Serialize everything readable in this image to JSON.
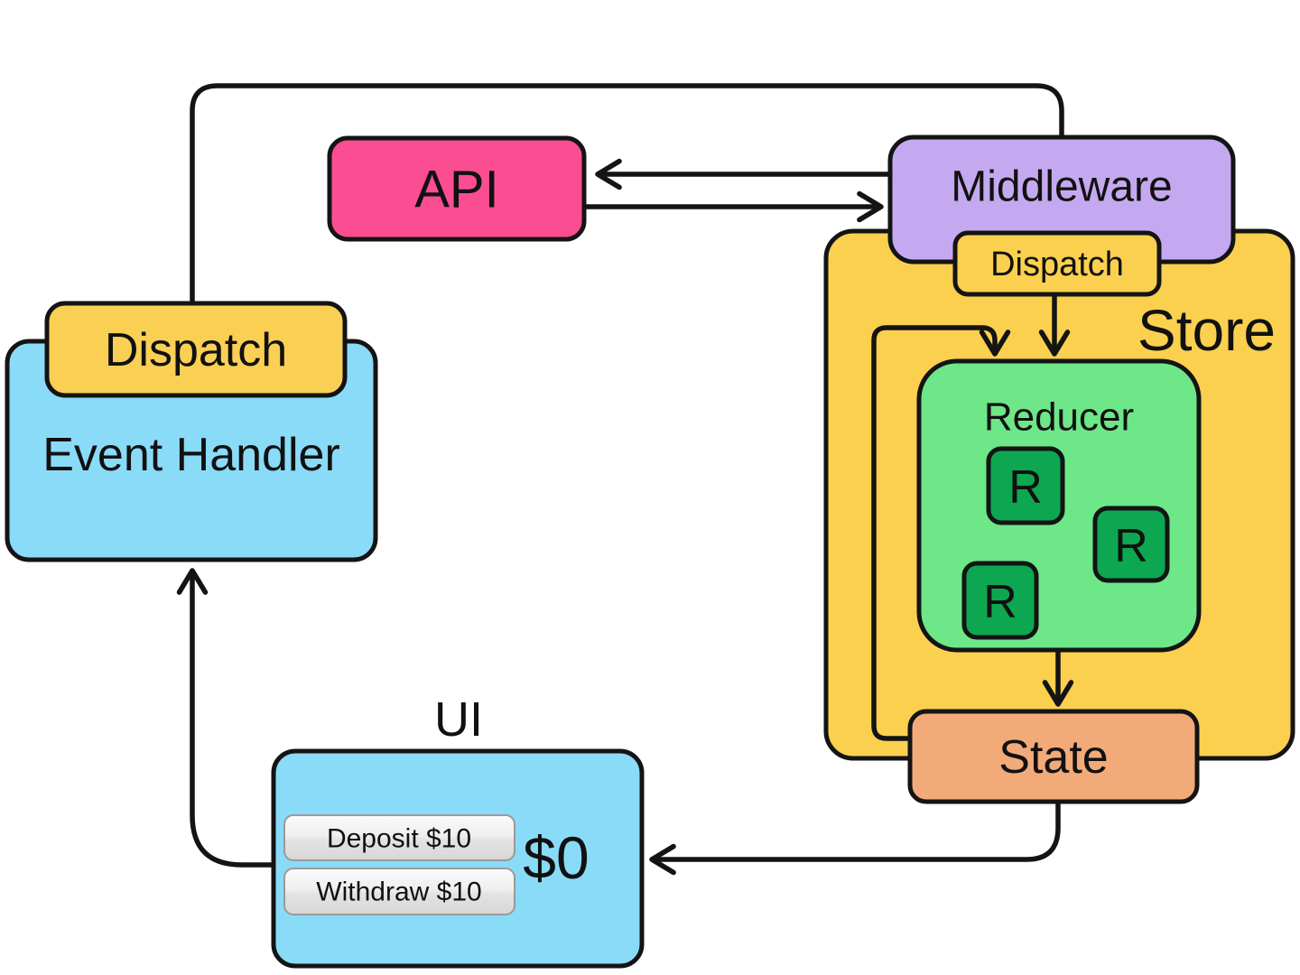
{
  "diagram": {
    "nodes": {
      "api": {
        "label": "API",
        "color": "#FB4D92"
      },
      "middleware": {
        "label": "Middleware",
        "color": "#C5A9F0"
      },
      "store": {
        "label": "Store",
        "color": "#FBD04F"
      },
      "store_dispatch": {
        "label": "Dispatch",
        "color": "#FBD04F"
      },
      "reducer": {
        "label": "Reducer",
        "color": "#6DE787"
      },
      "reducer_r1": {
        "label": "R",
        "color": "#0CA750"
      },
      "reducer_r2": {
        "label": "R",
        "color": "#0CA750"
      },
      "reducer_r3": {
        "label": "R",
        "color": "#0CA750"
      },
      "state": {
        "label": "State",
        "color": "#F3AA79"
      },
      "event_handler": {
        "label": "Event Handler",
        "color": "#8ADBF7"
      },
      "event_dispatch": {
        "label": "Dispatch",
        "color": "#FAD054"
      },
      "ui": {
        "label": "UI",
        "color": "#8ADBF7",
        "balance": "$0",
        "buttons": [
          {
            "label": "Deposit $10"
          },
          {
            "label": "Withdraw $10"
          }
        ]
      }
    }
  }
}
